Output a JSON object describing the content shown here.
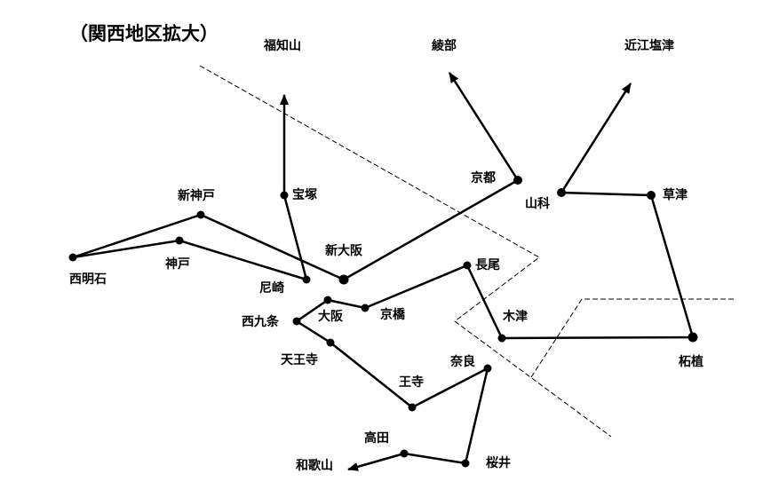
{
  "title": "（関西地区拡大）",
  "colors": {
    "line": "#000000",
    "boundary": "#000000",
    "background": "#ffffff"
  },
  "stations": {
    "fukuchiyama": "福知山",
    "ayabe": "綾部",
    "omi_shiotsu": "近江塩津",
    "kyoto": "京都",
    "yamashina": "山科",
    "kusatsu": "草津",
    "takarazuka": "宝塚",
    "shin_kobe": "新神戸",
    "shin_osaka": "新大阪",
    "kobe": "神戸",
    "nishi_akashi": "西明石",
    "amagasaki": "尼崎",
    "nagao": "長尾",
    "osaka": "大阪",
    "nishikujo": "西九条",
    "kyobashi": "京橋",
    "kizu": "木津",
    "tsuge": "柘植",
    "tennoji": "天王寺",
    "nara": "奈良",
    "oji": "王寺",
    "takada": "高田",
    "wakayama": "和歌山",
    "sakurai": "桜井"
  }
}
